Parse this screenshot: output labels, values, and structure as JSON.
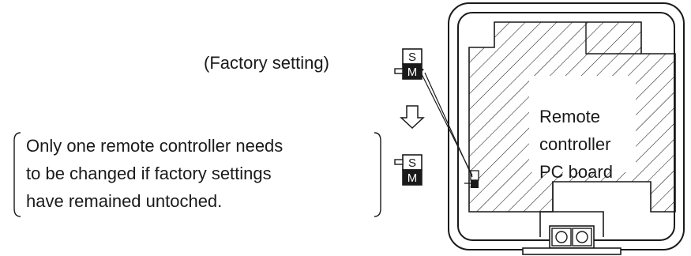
{
  "factory_setting_label": "(Factory setting)",
  "switch_top": {
    "upper": "S",
    "lower": "M"
  },
  "switch_bottom": {
    "upper": "S",
    "lower": "M"
  },
  "note_lines": [
    "Only one remote controller needs",
    "to be changed if factory settings",
    "have remained untoched."
  ],
  "board_label_lines": [
    "Remote",
    "controller",
    "PC board"
  ],
  "colors": {
    "ink": "#1a1a1a",
    "background": "#ffffff"
  }
}
